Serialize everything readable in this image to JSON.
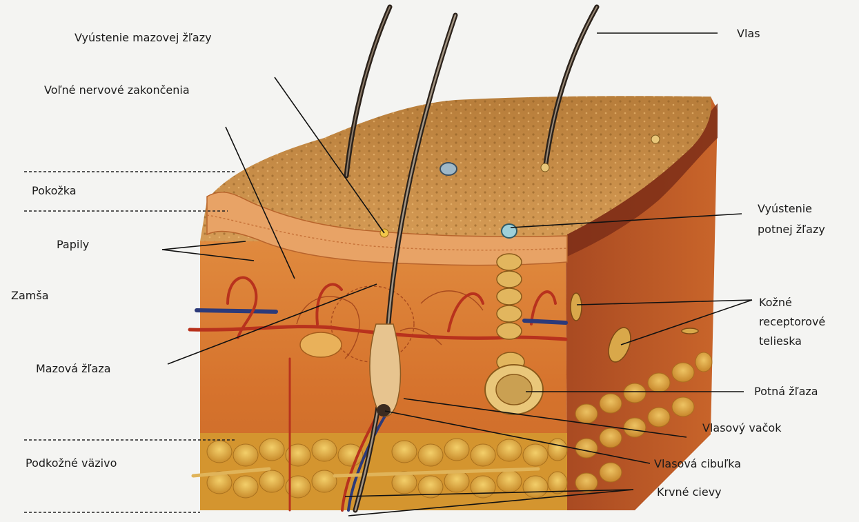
{
  "diagram": {
    "labels": {
      "sebaceous_outlet": "Vyústenie mazovej žľazy",
      "free_nerve_endings": "Voľné nervové zakončenia",
      "epidermis": "Pokožka",
      "papillae": "Papily",
      "dermis": "Zamša",
      "sebaceous_gland": "Mazová žľaza",
      "subcutis": "Podkožné väzivo",
      "hair": "Vlas",
      "sweat_outlet_line1": "Vyústenie",
      "sweat_outlet_line2": "potnej žľazy",
      "receptors_line1": "Kožné",
      "receptors_line2": "receptorové",
      "receptors_line3": "telieska",
      "sweat_gland": "Potná žľaza",
      "hair_follicle": "Vlasový vačok",
      "hair_bulb": "Vlasová cibuľka",
      "blood_vessels": "Krvné cievy"
    },
    "colors": {
      "skin_top": "#c98a3c",
      "dermis": "#d9782f",
      "dermis_dark": "#a8461f",
      "epidermis_band": "#e59a55",
      "fat": "#d9a23a",
      "artery": "#b8321d",
      "vein": "#2c3a7a",
      "hair": "#3a2e25",
      "leader": "#111111"
    }
  }
}
